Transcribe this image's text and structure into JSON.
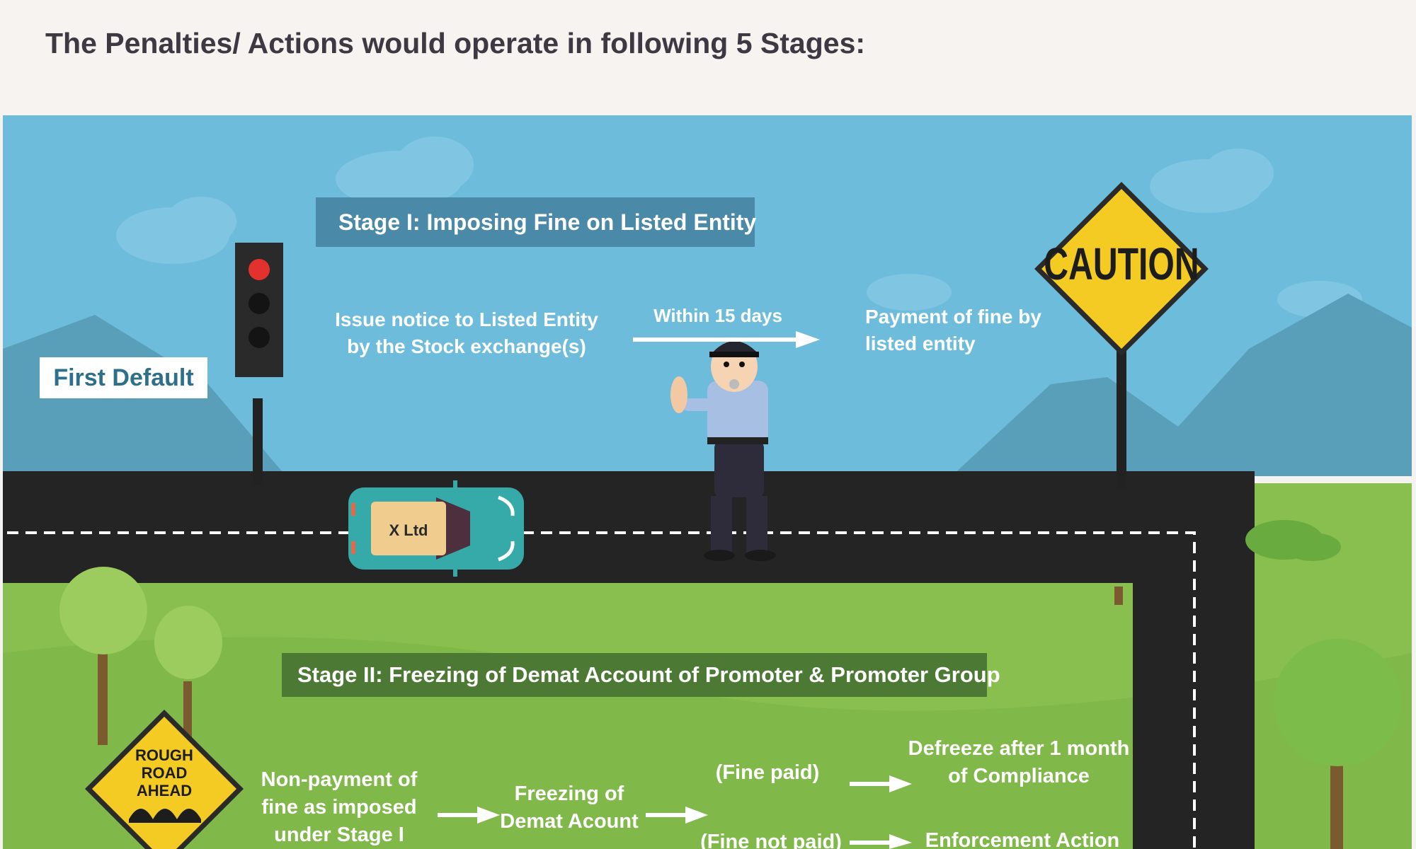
{
  "header": {
    "title": "The Penalties/ Actions would operate in following 5 Stages:"
  },
  "stage1": {
    "banner": "Stage I: Imposing Fine on Listed Entity",
    "trigger_label": "First Default",
    "notice_line1": "Issue notice to Listed Entity",
    "notice_line2": "by the Stock exchange(s)",
    "within_label": "Within 15 days",
    "payment_line1": "Payment of fine by",
    "payment_line2": "listed entity",
    "caution_sign": "CAUTION",
    "car_label": "X Ltd"
  },
  "stage2": {
    "banner": "Stage II: Freezing of Demat Account of Promoter & Promoter Group",
    "sign_line1": "ROUGH",
    "sign_line2": "ROAD",
    "sign_line3": "AHEAD",
    "nonpayment_line1": "Non-payment of",
    "nonpayment_line2": "fine as imposed",
    "nonpayment_line3": "under Stage I",
    "freeze_line1": "Freezing of",
    "freeze_line2": "Demat Acount",
    "fine_paid": "(Fine paid)",
    "fine_not_paid": "(Fine not paid)",
    "defreeze_line1": "Defreeze after 1 month",
    "defreeze_line2": "of Compliance",
    "enforcement": "Enforcement Action"
  },
  "colors": {
    "sky": "#6ebcdc",
    "mountain": "#5a9fba",
    "road": "#242424",
    "grass": "#88bf4f",
    "stage1_banner": "#4a8aa8",
    "stage2_banner": "#4c7a34",
    "sign_yellow": "#f4cb22",
    "car": "#35aaa8"
  }
}
